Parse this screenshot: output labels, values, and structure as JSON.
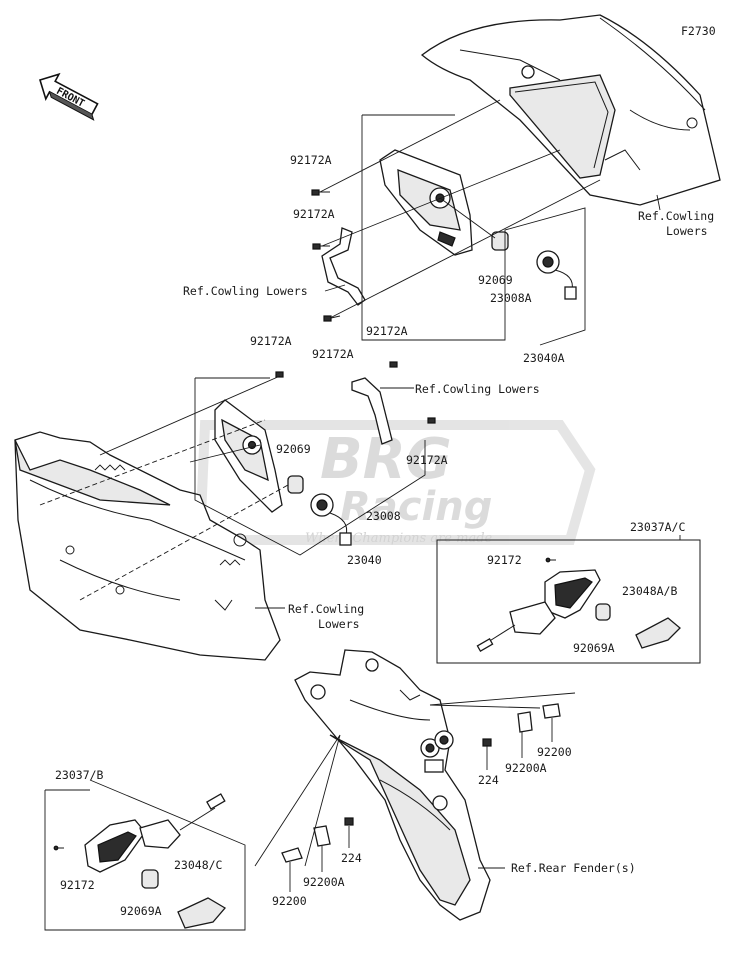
{
  "figure_code": "F2730",
  "front_label": "FRONT",
  "watermark": {
    "brand_top": "BRG",
    "brand_bottom": "Racing",
    "tagline": "Where Champions are made"
  },
  "labels": {
    "p92172a_1": "92172A",
    "p92172a_2": "92172A",
    "ref_cowling_1": "Ref.Cowling Lowers",
    "p92069_1": "92069",
    "p23008a": "23008A",
    "p92172a_3": "92172A",
    "p23040a": "23040A",
    "ref_cowling_2a": "Ref.Cowling",
    "ref_cowling_2b": "Lowers",
    "p92172a_4": "92172A",
    "p92172a_5": "92172A",
    "ref_cowling_3": "Ref.Cowling Lowers",
    "p92069_2": "92069",
    "p92172a_6": "92172A",
    "p23008": "23008",
    "p23040": "23040",
    "ref_cowling_4a": "Ref.Cowling",
    "ref_cowling_4b": "Lowers",
    "p23037ac": "23037A/C",
    "p92172_1": "92172",
    "p23048ab": "23048A/B",
    "p92069a_1": "92069A",
    "p224_1": "224",
    "p92200a_1": "92200A",
    "p92200_1": "92200",
    "p23037b": "23037/B",
    "p92172_2": "92172",
    "p23048c": "23048/C",
    "p92069a_2": "92069A",
    "p224_2": "224",
    "p92200a_2": "92200A",
    "p92200_2": "92200",
    "ref_rear_fender": "Ref.Rear Fender(s)"
  }
}
